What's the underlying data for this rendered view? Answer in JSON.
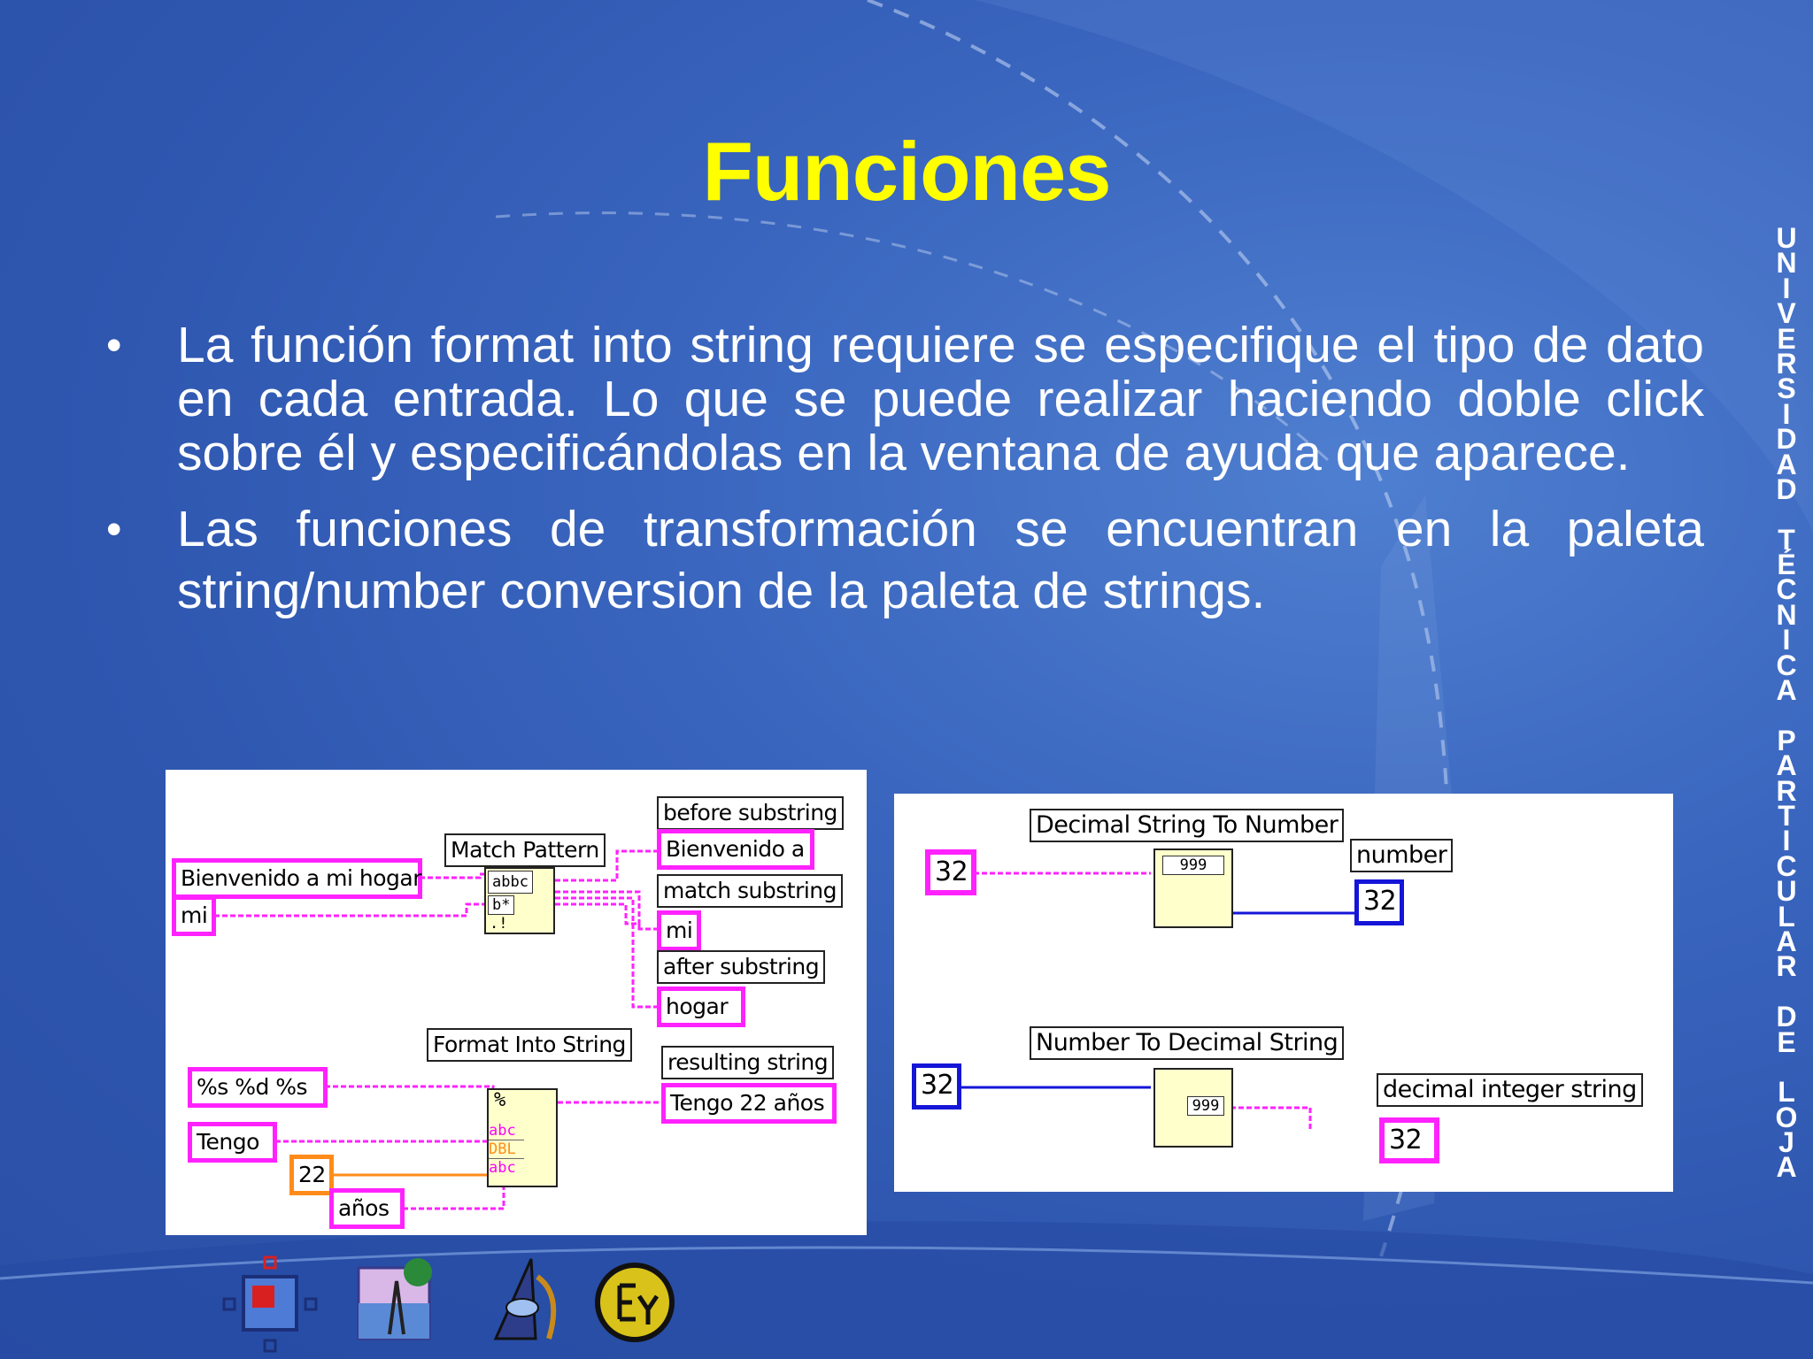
{
  "slide": {
    "title": "Funciones",
    "bullets": [
      "La función format into string requiere se especifique el tipo de dato en cada entrada. Lo que se puede realizar haciendo doble click sobre él y especificándolas en la ventana de ayuda que aparece.",
      "Las funciones de transformación se encuentran en la paleta string/number conversion de la paleta de strings."
    ],
    "bullet_marker": "•",
    "side_text": "UNIVERSIDAD TÉCNICA PARTICULAR DE LOJA"
  },
  "diagram1": {
    "match_pattern": {
      "title": "Match Pattern",
      "input_string": "Bienvenido a mi hogar",
      "input_pattern": "mi",
      "before_label": "before substring",
      "before_value": "Bienvenido a",
      "match_label": "match substring",
      "match_value": "mi",
      "after_label": "after substring",
      "after_value": "hogar",
      "icon_text": [
        "abbc",
        "b*",
        ".!"
      ]
    },
    "format_into_string": {
      "title": "Format Into String",
      "format": "%s %d %s",
      "arg1": "Tengo",
      "arg2": "22",
      "arg3": "años",
      "result_label": "resulting string",
      "result_value": "Tengo 22 años",
      "type_tags": [
        "abc",
        "DBL",
        "abc"
      ],
      "icon_text": "%"
    }
  },
  "diagram2": {
    "dec_to_num": {
      "title": "Decimal String To Number",
      "input": "32",
      "output_label": "number",
      "output_value": "32",
      "icon_text": "999"
    },
    "num_to_dec": {
      "title": "Number To Decimal String",
      "input": "32",
      "output_label": "decimal integer string",
      "output_value": "32",
      "icon_text": "999"
    }
  },
  "colors": {
    "title": "#ffff00",
    "string_wire": "#ff22ff",
    "numeric_wire": "#1515d8",
    "double_wire": "#ff8c1a"
  },
  "logos": [
    "sig-logo",
    "antenna-logo",
    "eye-logo",
    "ey-logo"
  ]
}
